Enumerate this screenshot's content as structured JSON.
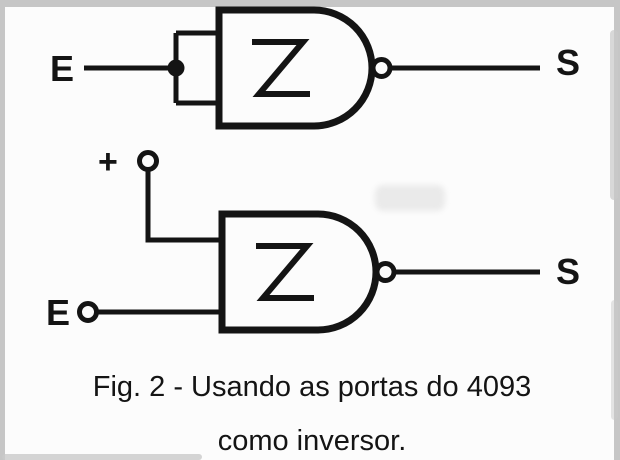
{
  "figure": {
    "top_circuit": {
      "input_label": "E",
      "output_label": "S"
    },
    "bottom_circuit": {
      "supply_label": "+",
      "input_label": "E",
      "output_label": "S"
    },
    "caption": {
      "line1": "Fig. 2 - Usando as portas do 4093",
      "line2": "como inversor."
    },
    "colors": {
      "ink": "#141414",
      "paper": "#fcfcfc",
      "scan_edge": "#c6c6c6"
    }
  }
}
